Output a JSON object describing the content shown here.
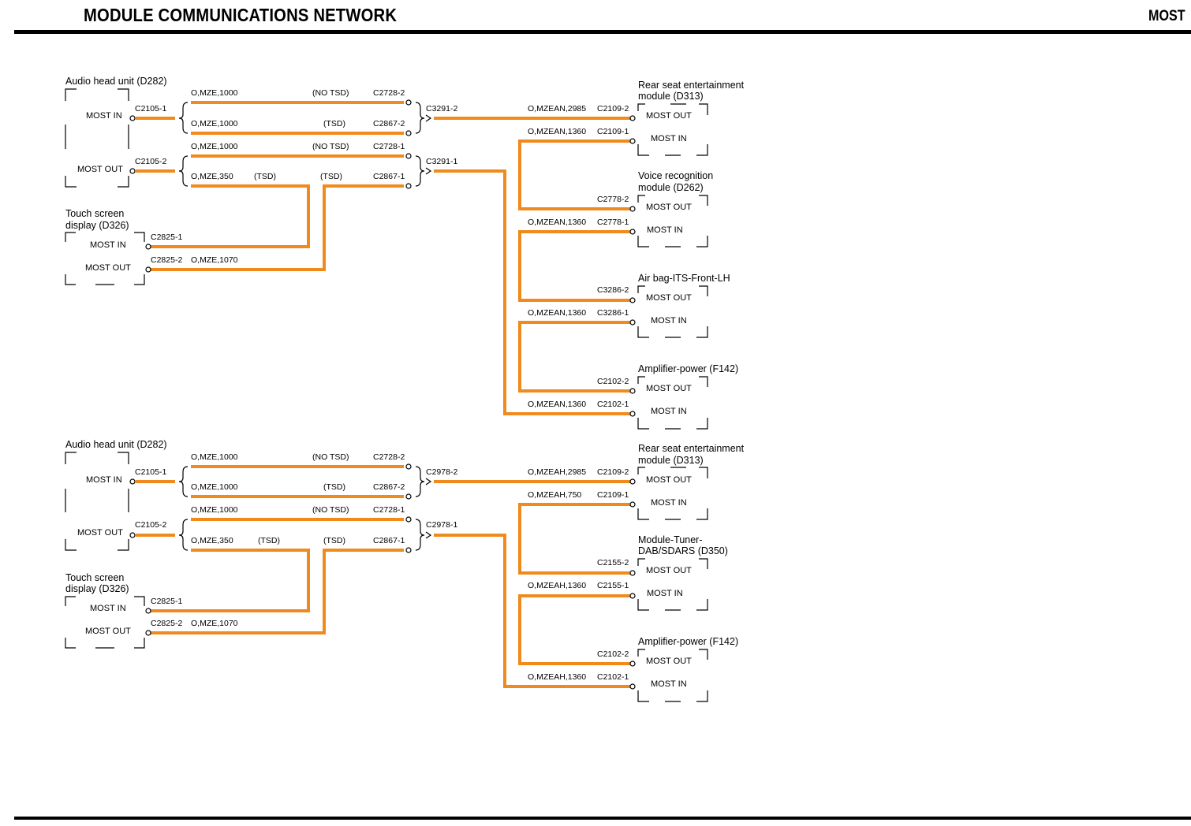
{
  "header": {
    "title": "MODULE COMMUNICATIONS NETWORK",
    "section": "MOST"
  },
  "colors": {
    "wire": "#f08a1c",
    "rule": "#000000"
  },
  "diagram_top": {
    "head_unit": "Audio head unit (D282)",
    "most_in": "MOST IN",
    "most_out": "MOST OUT",
    "hu_in_pin": "C2105-1",
    "hu_out_pin": "C2105-2",
    "w1": "O,MZE,1000",
    "w1_note": "(NO TSD)",
    "w1_pin": "C2728-2",
    "w2": "O,MZE,1000",
    "w2_note": "(TSD)",
    "w2_pin": "C2867-2",
    "w3": "O,MZE,1000",
    "w3_note": "(NO TSD)",
    "w3_pin": "C2728-1",
    "w4": "O,MZE,350",
    "w4_note_a": "(TSD)",
    "w4_note_b": "(TSD)",
    "w4_pin": "C2867-1",
    "splice_a": "C3291-2",
    "splice_b": "C3291-1",
    "tsd": "Touch screen display (D326)",
    "tsd_line1": "Touch screen",
    "tsd_line2": "display (D326)",
    "tsd_in_pin": "C2825-1",
    "tsd_out_pin": "C2825-2",
    "tsd_out_wire": "O,MZE,1070",
    "rse_line1": "Rear seat entertainment",
    "rse_line2": "module (D313)",
    "rse_wire_out": "O,MZEAN,2985",
    "rse_pin_out": "C2109-2",
    "rse_wire_in": "O,MZEAN,1360",
    "rse_pin_in": "C2109-1",
    "m2_line1": "Voice recognition",
    "m2_line2": "module (D262)",
    "m2_pin_out": "C2778-2",
    "m2_wire_in": "O,MZEAN,1360",
    "m2_pin_in": "C2778-1",
    "m3_line1": "Air bag-ITS-Front-LH",
    "m3_pin_out": "C3286-2",
    "m3_wire_in": "O,MZEAN,1360",
    "m3_pin_in": "C3286-1",
    "amp": "Amplifier-power (F142)",
    "amp_pin_out": "C2102-2",
    "amp_wire_in": "O,MZEAN,1360",
    "amp_pin_in": "C2102-1"
  },
  "diagram_bottom": {
    "head_unit": "Audio head unit (D282)",
    "most_in": "MOST IN",
    "most_out": "MOST OUT",
    "hu_in_pin": "C2105-1",
    "hu_out_pin": "C2105-2",
    "w1": "O,MZE,1000",
    "w1_note": "(NO TSD)",
    "w1_pin": "C2728-2",
    "w2": "O,MZE,1000",
    "w2_note": "(TSD)",
    "w2_pin": "C2867-2",
    "w3": "O,MZE,1000",
    "w3_note": "(NO TSD)",
    "w3_pin": "C2728-1",
    "w4": "O,MZE,350",
    "w4_note_a": "(TSD)",
    "w4_note_b": "(TSD)",
    "w4_pin": "C2867-1",
    "splice_a": "C2978-2",
    "splice_b": "C2978-1",
    "tsd_line1": "Touch screen",
    "tsd_line2": "display (D326)",
    "tsd_in_pin": "C2825-1",
    "tsd_out_pin": "C2825-2",
    "tsd_out_wire": "O,MZE,1070",
    "rse_line1": "Rear seat entertainment",
    "rse_line2": "module (D313)",
    "rse_wire_out": "O,MZEAH,2985",
    "rse_pin_out": "C2109-2",
    "rse_wire_in": "O,MZEAH,750",
    "rse_pin_in": "C2109-1",
    "m2_line1": "Module-Tuner-",
    "m2_line2": "DAB/SDARS (D350)",
    "m2_pin_out": "C2155-2",
    "m2_wire_in": "O,MZEAH,1360",
    "m2_pin_in": "C2155-1",
    "amp": "Amplifier-power (F142)",
    "amp_pin_out": "C2102-2",
    "amp_wire_in": "O,MZEAH,1360",
    "amp_pin_in": "C2102-1"
  }
}
